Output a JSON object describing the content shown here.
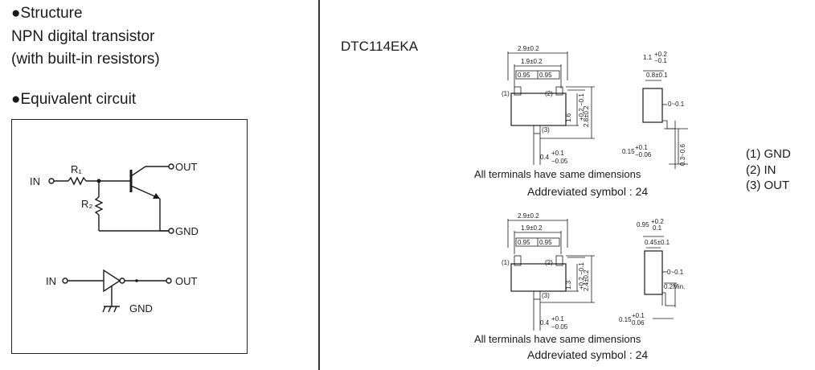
{
  "structure": {
    "heading": "●Structure",
    "line1": "NPN digital transistor",
    "line2": "(with built-in resistors)"
  },
  "equivalent": {
    "heading": "●Equivalent circuit",
    "in1": "IN",
    "r1": "R₁",
    "r2": "R₂",
    "out1": "OUT",
    "gnd1": "GND",
    "in2": "IN",
    "out2": "OUT",
    "gnd2": "GND"
  },
  "part_number": "DTC114EKA",
  "pkg1": {
    "d_total": "2.9±0.2",
    "d_pitch": "1.9±0.2",
    "d_half": "0.95",
    "d_half2": "0.95",
    "pin1": "(1)",
    "pin2": "(2)",
    "pin3": "(3)",
    "d_body_h": "1.6",
    "d_body_tol": "+0.2 −0.1",
    "d_height": "2.8±0.2",
    "d_lead_w": "0.4",
    "d_lead_tol_p": "+0.1",
    "d_lead_tol_m": "−0.05",
    "s_thick": "1.1",
    "s_thick_p": "+0.2",
    "s_thick_m": "−0.1",
    "s_top": "0.8±0.1",
    "s_standoff": "0~0.1",
    "s_lead_t": "0.15",
    "s_lead_t_p": "+0.1",
    "s_lead_t_m": "−0.06",
    "s_lead_len": "0.3~0.6",
    "note": "All terminals have same dimensions",
    "symbol": "Addreviated symbol : 24"
  },
  "pkg2": {
    "d_total": "2.9±0.2",
    "d_pitch": "1.9±0.2",
    "d_half": "0.95",
    "d_half2": "0.95",
    "pin1": "(1)",
    "pin2": "(2)",
    "pin3": "(3)",
    "d_body_h": "1.3",
    "d_body_tol": "+0.2 −0.1",
    "d_height": "2.4±0.2",
    "d_lead_w": "0.4",
    "d_lead_tol_p": "+0.1",
    "d_lead_tol_m": "−0.05",
    "s_thick": "0.95",
    "s_thick_p": "+0.2",
    "s_thick_m": "0.1",
    "s_top": "0.45±0.1",
    "s_standoff": "0~0.1",
    "s_min": "0.2Min.",
    "s_lead_t": "0.15",
    "s_lead_t_p": "+0.1",
    "s_lead_t_m": "0.06",
    "note": "All terminals have same dimensions",
    "symbol": "Addreviated symbol : 24"
  },
  "pins": {
    "p1": "(1)  GND",
    "p2": "(2)  IN",
    "p3": "(3)  OUT"
  }
}
